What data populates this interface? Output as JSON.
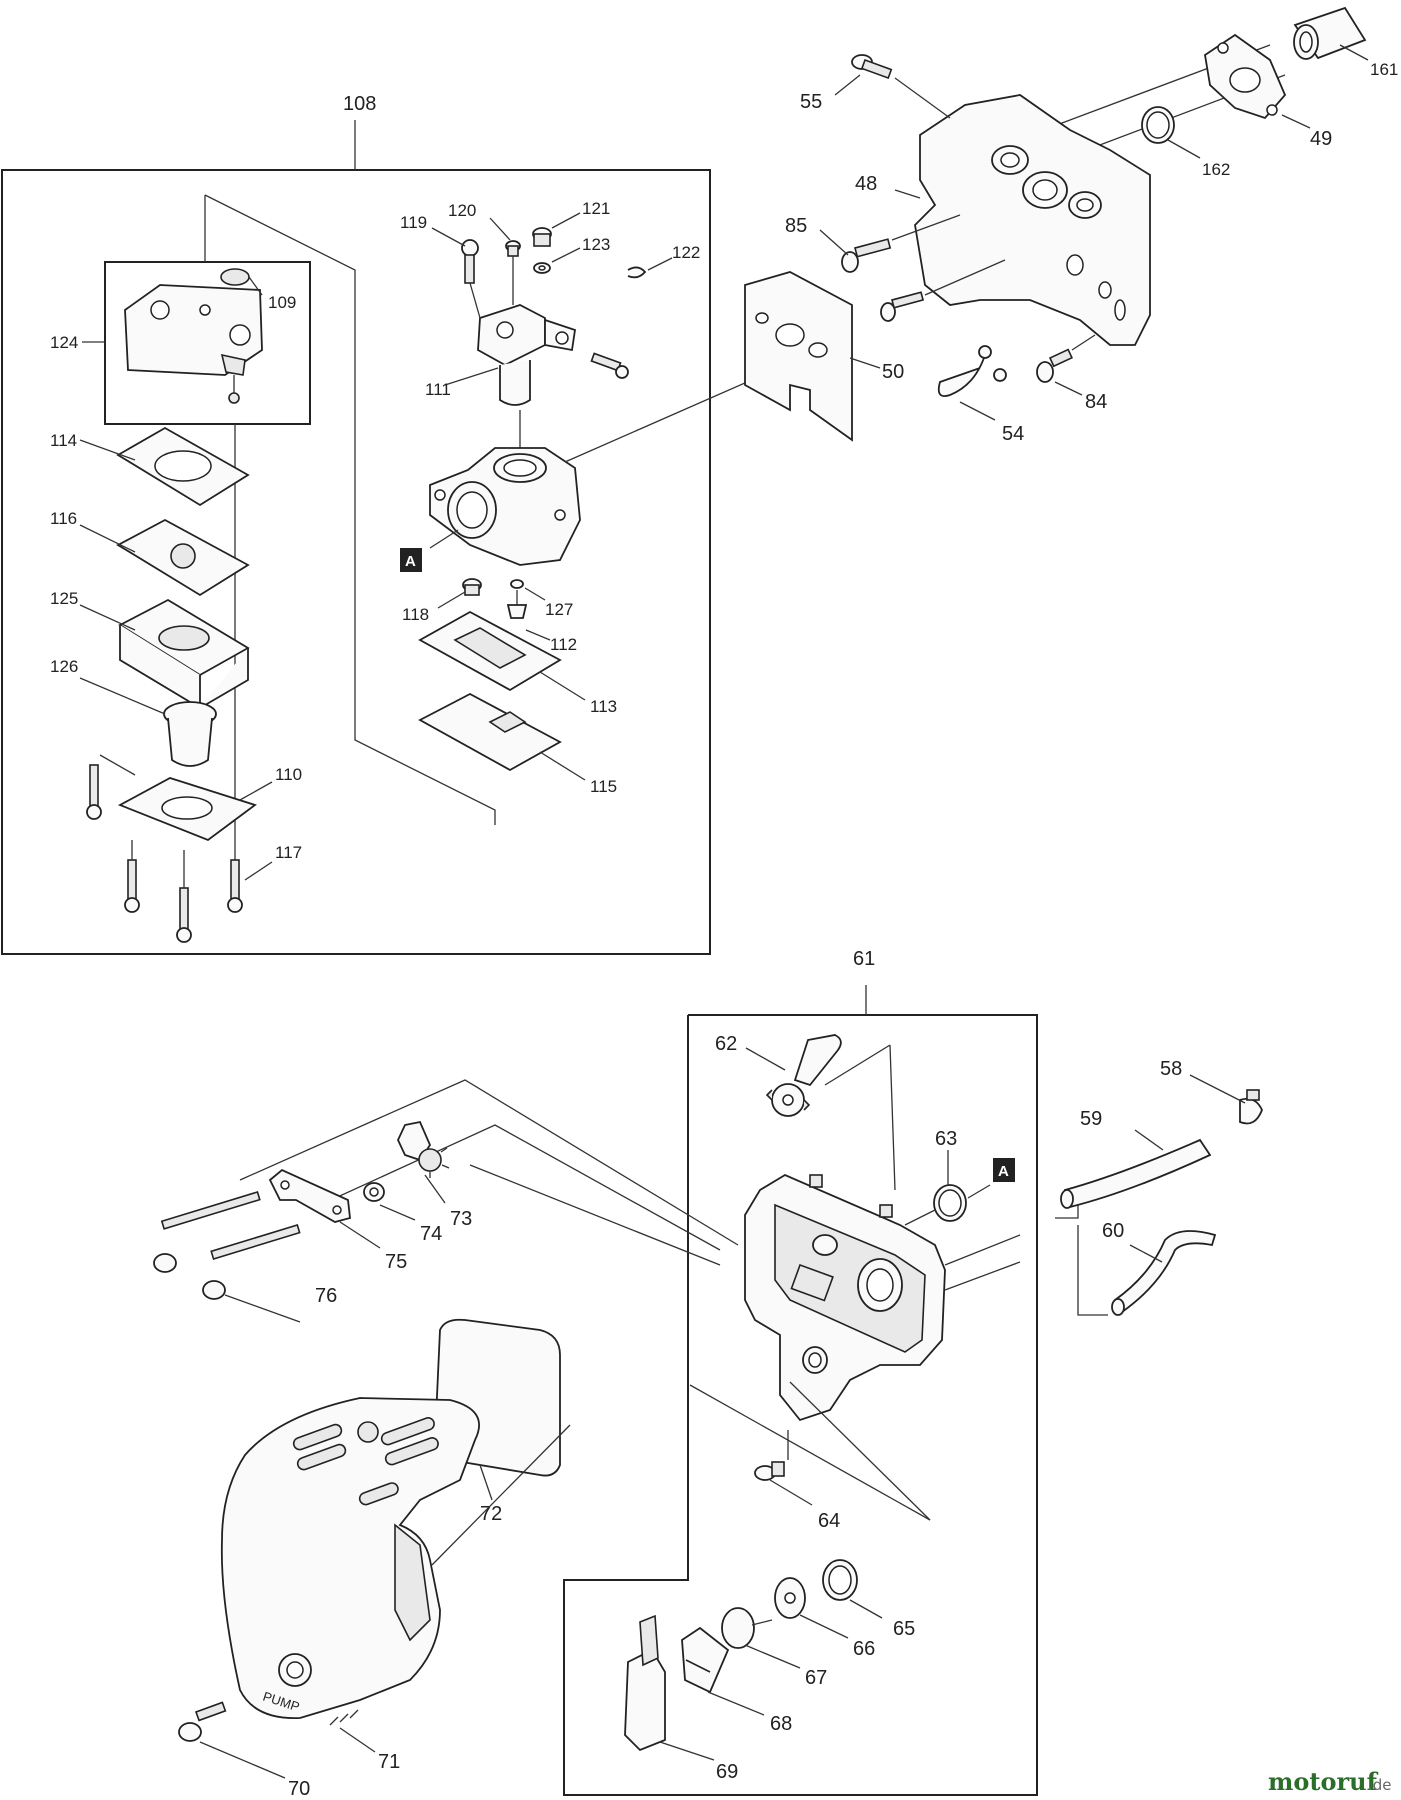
{
  "groups": {
    "carburetor_kit": "108",
    "cleaner_case": "61"
  },
  "parts": {
    "p49": "49",
    "p50": "50",
    "p48": "48",
    "p54": "54",
    "p55": "55",
    "p58": "58",
    "p59": "59",
    "p60": "60",
    "p62": "62",
    "p63": "63",
    "p64": "64",
    "p65": "65",
    "p66": "66",
    "p67": "67",
    "p68": "68",
    "p69": "69",
    "p70": "70",
    "p71": "71",
    "p72": "72",
    "p73": "73",
    "p74": "74",
    "p75": "75",
    "p76": "76",
    "p84": "84",
    "p85": "85",
    "p109": "109",
    "p110": "110",
    "p111": "111",
    "p112": "112",
    "p113": "113",
    "p114": "114",
    "p115": "115",
    "p116": "116",
    "p117": "117",
    "p118": "118",
    "p119": "119",
    "p120": "120",
    "p121": "121",
    "p122": "122",
    "p123": "123",
    "p124": "124",
    "p125": "125",
    "p126": "126",
    "p127": "127",
    "p161": "161",
    "p162": "162"
  },
  "markers": {
    "a1": "A",
    "a2": "A"
  },
  "cover_text": "PUMP",
  "watermark": {
    "brand": "motoruf",
    "tld": ".de",
    "color": "#2a6e2a"
  }
}
